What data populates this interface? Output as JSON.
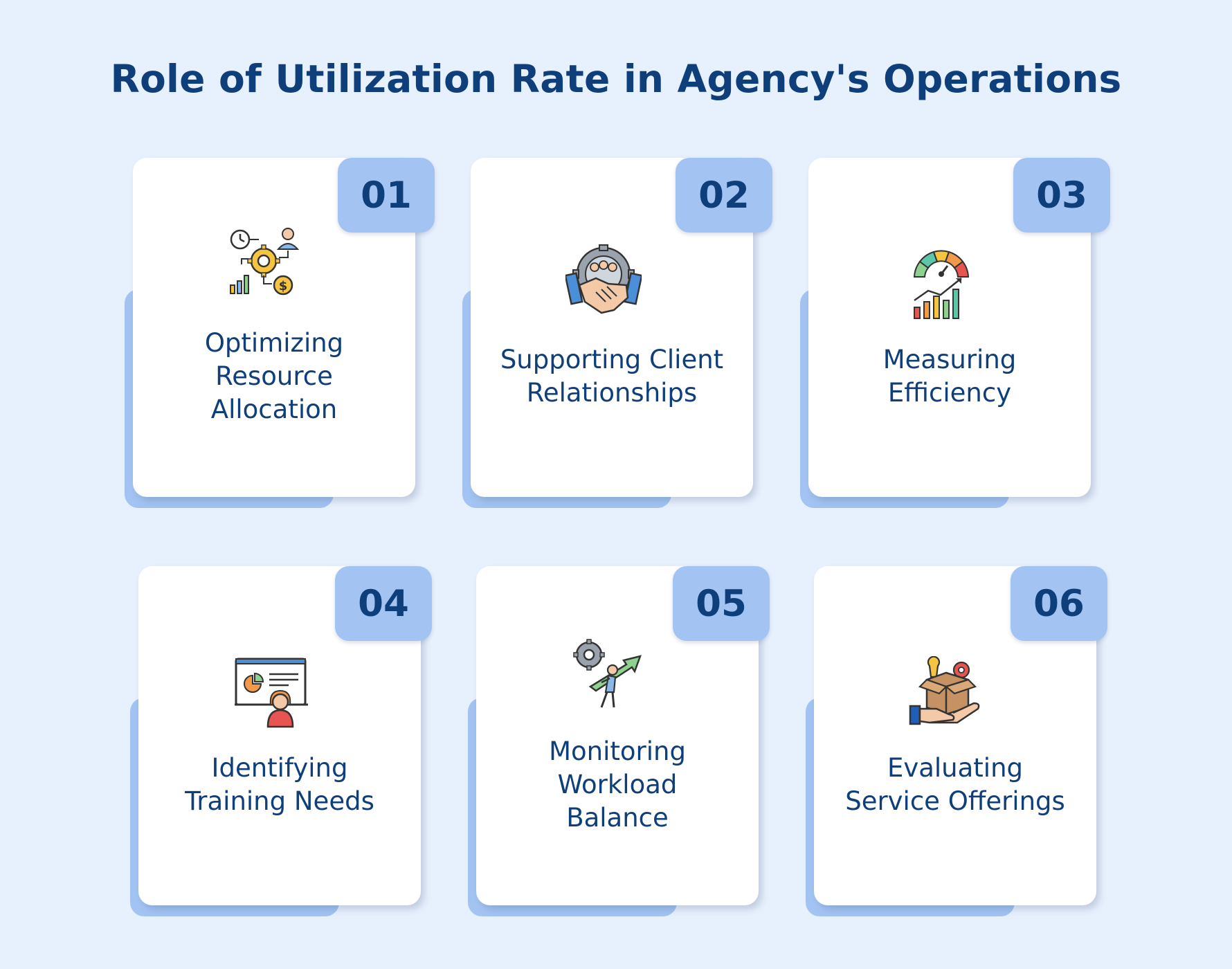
{
  "title": "Role of Utilization Rate in Agency's Operations",
  "cards": [
    {
      "number": "01",
      "label": "Optimizing\nResource\nAllocation",
      "icon": "resource-allocation-icon"
    },
    {
      "number": "02",
      "label": "Supporting Client\nRelationships",
      "icon": "handshake-gear-icon"
    },
    {
      "number": "03",
      "label": "Measuring\nEfficiency",
      "icon": "gauge-chart-icon"
    },
    {
      "number": "04",
      "label": "Identifying\nTraining Needs",
      "icon": "training-presentation-icon"
    },
    {
      "number": "05",
      "label": "Monitoring\nWorkload\nBalance",
      "icon": "workload-person-icon"
    },
    {
      "number": "06",
      "label": "Evaluating\nService Offerings",
      "icon": "service-box-hand-icon"
    }
  ],
  "colors": {
    "background": "#e7f0fd",
    "accent": "#a3c4f3",
    "text": "#0f3f7a",
    "card": "#ffffff"
  }
}
